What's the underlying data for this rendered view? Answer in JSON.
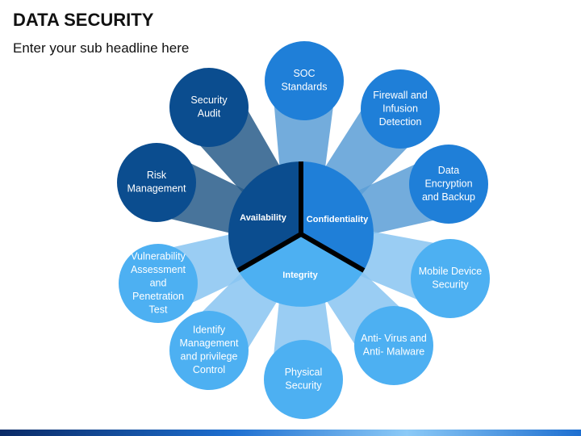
{
  "header": {
    "title": "DATA SECURITY",
    "subtitle": "Enter your sub headline here"
  },
  "colors": {
    "dark": "#0b4d8f",
    "mid": "#1f7fd8",
    "light": "#4db0f2",
    "dark_connector": "#285c8a",
    "mid_connector": "#5b9ed6",
    "light_connector": "#88c4f1",
    "divider": "#000000",
    "label_text": "#ffffff"
  },
  "core": {
    "segments": [
      {
        "id": "availability",
        "label": "Availability",
        "tone": "dark"
      },
      {
        "id": "confidentiality",
        "label": "Confidentiality",
        "tone": "mid"
      },
      {
        "id": "integrity",
        "label": "Integrity",
        "tone": "light"
      }
    ]
  },
  "nodes": [
    {
      "id": "soc-standards",
      "lines": [
        "SOC",
        "Standards"
      ],
      "tone": "mid"
    },
    {
      "id": "firewall",
      "lines": [
        "Firewall and",
        "Infusion",
        "Detection"
      ],
      "tone": "mid"
    },
    {
      "id": "data-encryption",
      "lines": [
        "Data",
        "Encryption",
        "and Backup"
      ],
      "tone": "mid"
    },
    {
      "id": "mobile-device",
      "lines": [
        "Mobile Device",
        "Security"
      ],
      "tone": "light"
    },
    {
      "id": "anti-virus",
      "lines": [
        "Anti- Virus and",
        "Anti- Malware"
      ],
      "tone": "light"
    },
    {
      "id": "physical-security",
      "lines": [
        "Physical",
        "Security"
      ],
      "tone": "light"
    },
    {
      "id": "identify-management",
      "lines": [
        "Identify",
        "Management",
        "and privilege",
        "Control"
      ],
      "tone": "light"
    },
    {
      "id": "vulnerability",
      "lines": [
        "Vulnerability",
        "Assessment",
        "and",
        "Penetration",
        "Test"
      ],
      "tone": "light"
    },
    {
      "id": "risk-management",
      "lines": [
        "Risk",
        "Management"
      ],
      "tone": "dark"
    },
    {
      "id": "security-audit",
      "lines": [
        "Security",
        "Audit"
      ],
      "tone": "dark"
    }
  ]
}
